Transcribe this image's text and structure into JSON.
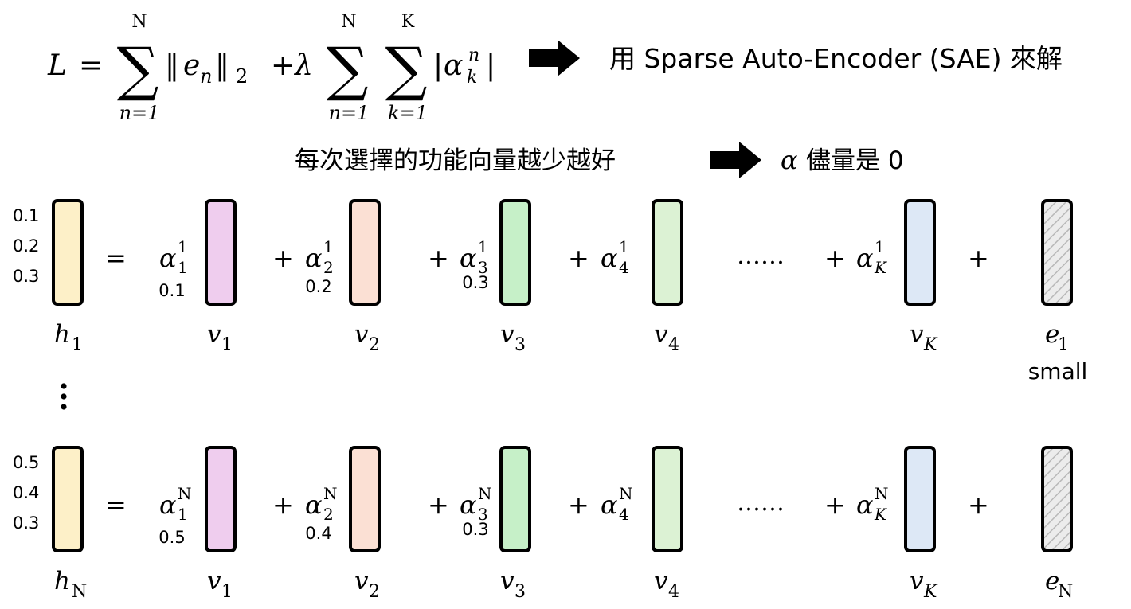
{
  "formula": {
    "lhs": "L",
    "equals": "=",
    "sum_symbol": "∑",
    "sum1_top": "N",
    "sum1_bottom": "n=1",
    "norm_open": "‖",
    "norm_var": "e",
    "norm_sub": "n",
    "norm_close": "‖",
    "norm_sub2": "2",
    "plus_lambda": "+λ",
    "sum2_top": "N",
    "sum2_bottom": "n=1",
    "sum3_top": "K",
    "sum3_bottom": "k=1",
    "abs_open": "|",
    "alpha": "α",
    "alpha_sup": "n",
    "alpha_sub": "k",
    "abs_close": "|"
  },
  "caption_sae": "用 Sparse Auto-Encoder (SAE) 來解",
  "caption_sparse": "每次選擇的功能向量越少越好",
  "caption_alpha_var": "α",
  "caption_alpha_rest": "儘量是 0",
  "colors": {
    "h": "#fdf0c8",
    "v1": "#efcdee",
    "v2": "#fbe0d4",
    "v3": "#c6f0c8",
    "v4": "#dcf2d4",
    "vK": "#dde8f6",
    "e": "#eeeeee",
    "stroke": "#000000",
    "arrow": "#000000"
  },
  "rows": [
    {
      "id": "row-1",
      "h_values": [
        "0.1",
        "0.2",
        "0.3"
      ],
      "h_label": "h",
      "h_sub": "1",
      "alpha_sup": "1",
      "alpha_values": [
        "0.1",
        "0.2",
        "0.3"
      ],
      "e_label": "e",
      "e_sub": "1",
      "e_note": "small"
    },
    {
      "id": "row-N",
      "h_values": [
        "0.5",
        "0.4",
        "0.3"
      ],
      "h_label": "h",
      "h_sub": "N",
      "alpha_sup": "N",
      "alpha_values": [
        "0.5",
        "0.4",
        "0.3"
      ],
      "e_label": "e",
      "e_sub": "N",
      "e_note": ""
    }
  ],
  "row_symbols": {
    "equals": "=",
    "plus": "+",
    "alpha": "α",
    "alpha_subs": [
      "1",
      "2",
      "3",
      "4",
      "K"
    ],
    "v_label": "v",
    "v_subs": [
      "1",
      "2",
      "3",
      "4",
      "K"
    ],
    "dots": "……",
    "vdots": "⋮"
  }
}
